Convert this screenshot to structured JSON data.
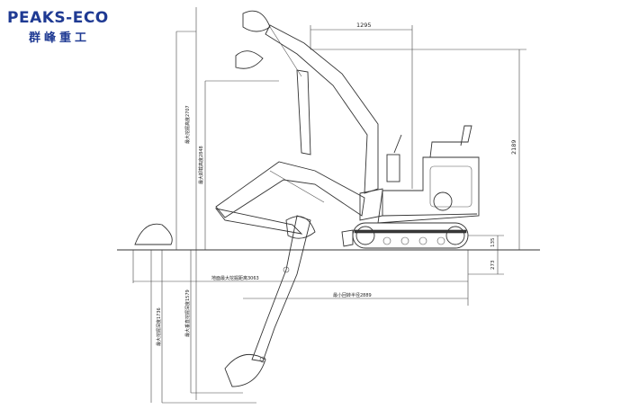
{
  "logo": {
    "brand_en": "PEAKS-ECO",
    "brand_cn": "群峰重工",
    "brand_color": "#1f3a93"
  },
  "dimensions": {
    "top_width": "1295",
    "overall_height": "2189",
    "track_height": "135",
    "ground_clearance": "273",
    "max_dig_height": "最大挖掘高度2707",
    "max_dump_height": "最大卸载高度2848",
    "max_dig_reach_ground": "地面最大挖掘距离3063",
    "min_turn_radius": "最小回转半径2889",
    "max_dig_depth": "最大挖掘深度1736",
    "max_vertical_dig_depth": "最大垂直挖掘深度1579"
  },
  "line_color": "#333333"
}
